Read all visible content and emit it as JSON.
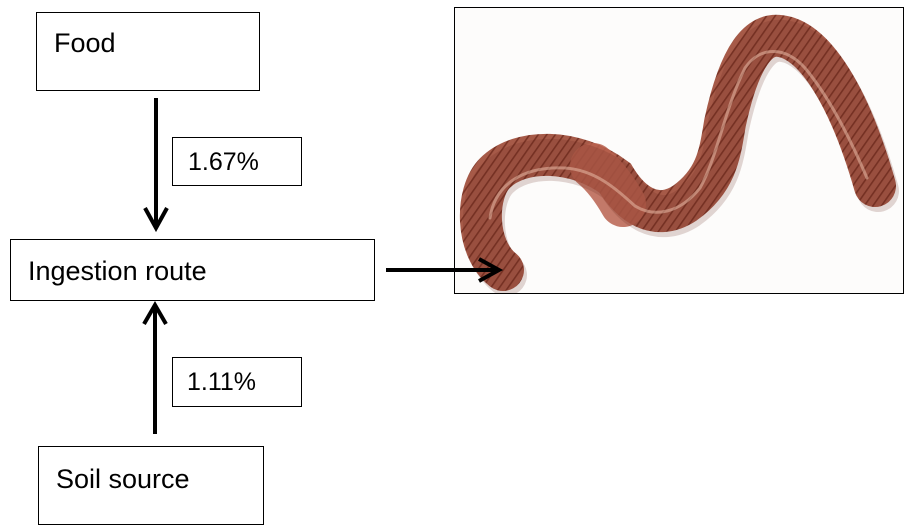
{
  "nodes": {
    "food": "Food",
    "ingestion": "Ingestion route",
    "soil": "Soil source"
  },
  "edges": {
    "food_to_ingestion": "1.67%",
    "soil_to_ingestion": "1.11%"
  },
  "image": {
    "subject": "earthworm",
    "colors": {
      "body": "#a65a48",
      "segment_lines": "#7a3426",
      "highlight": "#d9a08c",
      "clitellum": "#b8614f"
    }
  }
}
